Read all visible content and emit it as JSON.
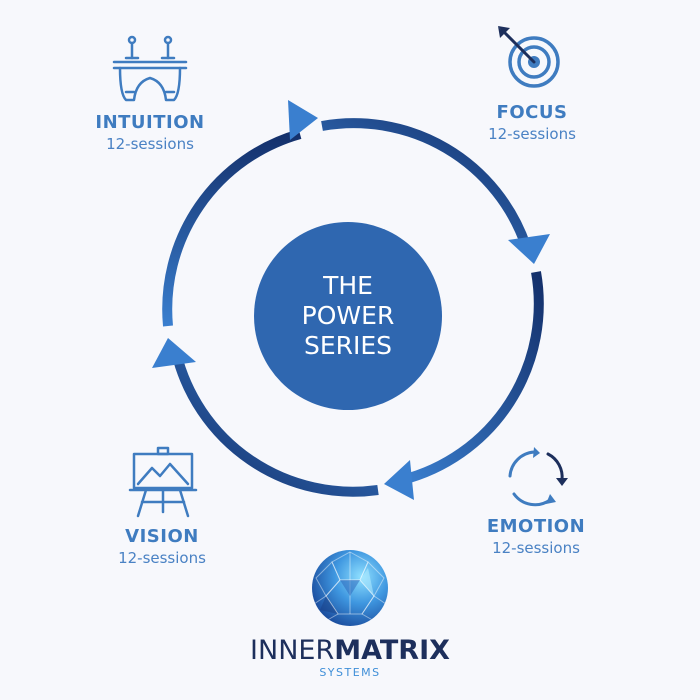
{
  "center": {
    "line1": "THE",
    "line2": "POWER",
    "line3": "SERIES"
  },
  "nodes": {
    "intuition": {
      "title": "INTUITION",
      "subtitle": "12-sessions",
      "icon": "bridge-icon"
    },
    "focus": {
      "title": "FOCUS",
      "subtitle": "12-sessions",
      "icon": "target-icon"
    },
    "emotion": {
      "title": "EMOTION",
      "subtitle": "12-sessions",
      "icon": "cycle-arrows-icon"
    },
    "vision": {
      "title": "VISION",
      "subtitle": "12-sessions",
      "icon": "easel-icon"
    }
  },
  "brand": {
    "name_light": "INNER",
    "name_bold": "MATRIX",
    "tagline": "SYSTEMS",
    "logo": "geodesic-sphere-logo"
  },
  "colors": {
    "background": "#f7f8fc",
    "center_fill": "#2f67b0",
    "arrow_dark": "#14306b",
    "arrow_light": "#3a7fcf",
    "label_blue": "#3f7cc0",
    "brand_navy": "#1d2f5c",
    "brand_cyan": "#3f8fd8"
  }
}
